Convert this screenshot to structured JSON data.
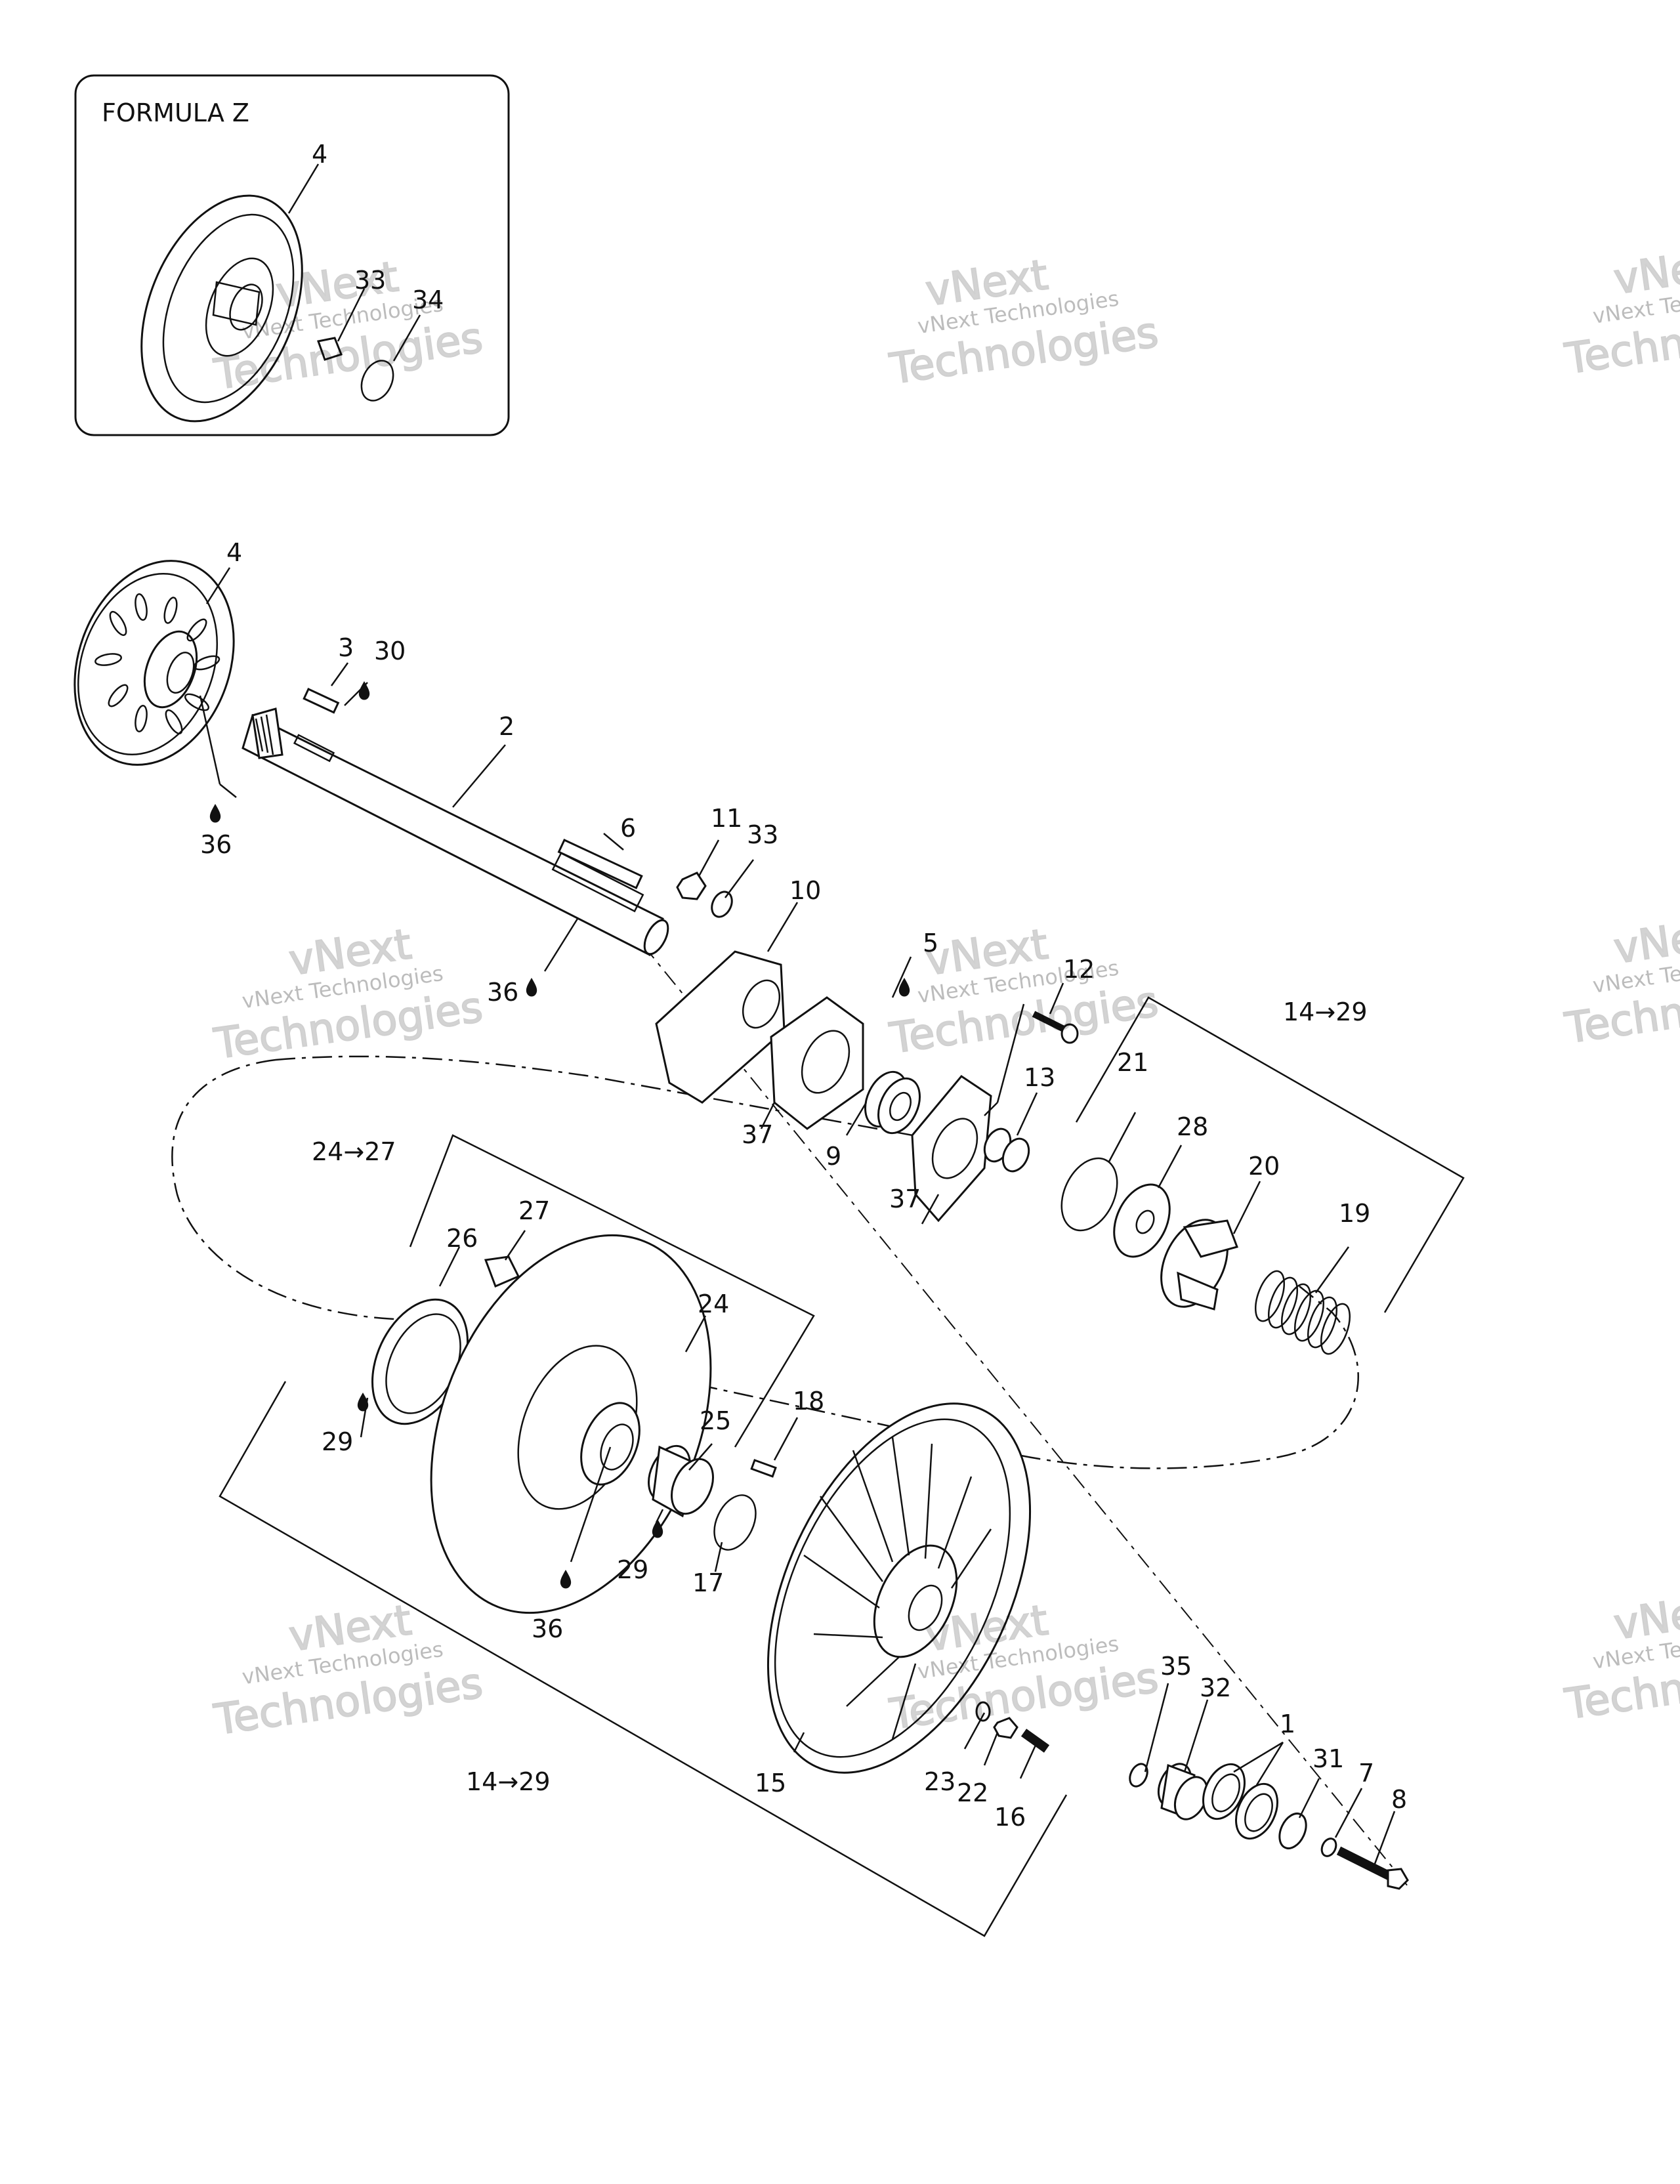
{
  "inset": {
    "title": "FORMULA Z",
    "labels": [
      "4",
      "33",
      "34"
    ]
  },
  "callouts": {
    "c4": "4",
    "c3": "3",
    "c30": "30",
    "c2": "2",
    "c36a": "36",
    "c6": "6",
    "c11": "11",
    "c33": "33",
    "c10": "10",
    "c5": "5",
    "c12": "12",
    "c36b": "36",
    "c37a": "37",
    "c9": "9",
    "c37b": "37",
    "c13": "13",
    "c21": "21",
    "c28": "28",
    "c20": "20",
    "c19": "19",
    "c27": "27",
    "c26": "26",
    "c24": "24",
    "c25": "25",
    "c18": "18",
    "c29a": "29",
    "c29b": "29",
    "c17": "17",
    "c36c": "36",
    "c15": "15",
    "c35": "35",
    "c32": "32",
    "c1": "1",
    "c31": "31",
    "c7": "7",
    "c8": "8",
    "c23": "23",
    "c22": "22",
    "c16": "16"
  },
  "groups": {
    "g1429_top": "14→29",
    "g2427": "24→27",
    "g1429_bottom": "14→29"
  },
  "watermark": {
    "line1": "vNext Technologies",
    "line2": "vNext",
    "line3": "Technologies"
  },
  "colors": {
    "ink": "#111111",
    "background": "#ffffff"
  }
}
